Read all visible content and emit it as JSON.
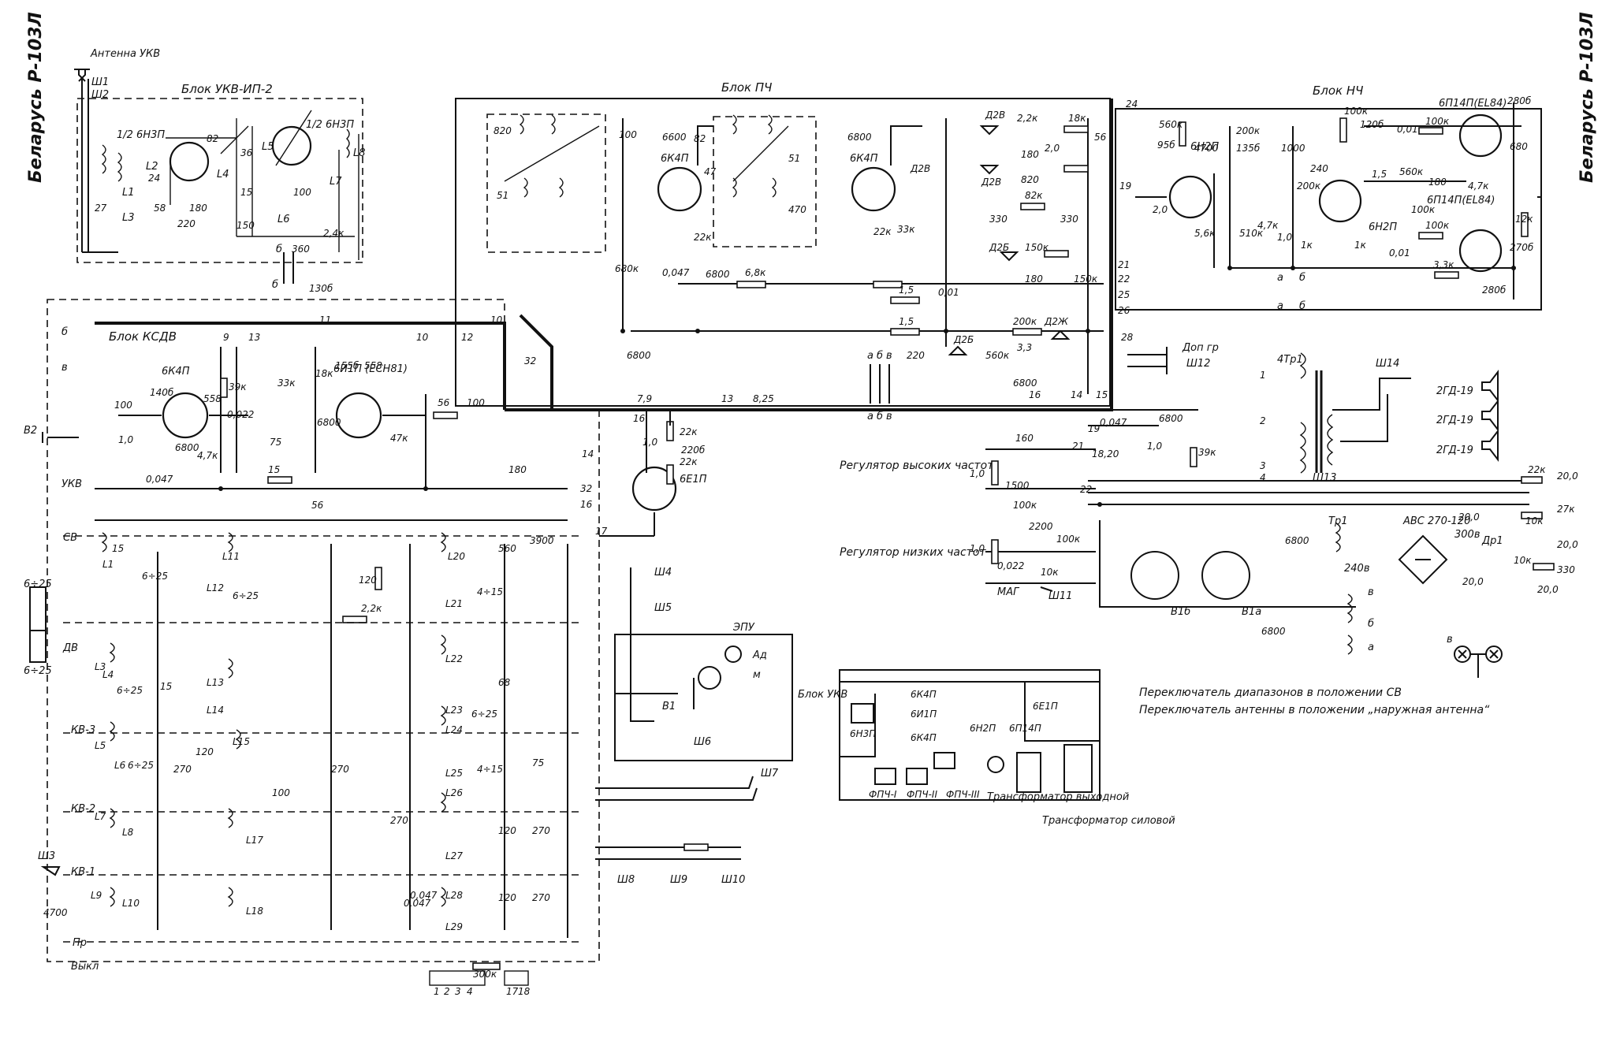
{
  "title_left": "Беларусь Р-103Л",
  "title_right": "Беларусь Р-103Л",
  "blocks": {
    "ukv": "Блок УКВ-ИП-2",
    "pch": "Блок ПЧ",
    "nch": "Блок НЧ",
    "ksdv": "Блок КСДВ"
  },
  "antenna": {
    "label": "Антенна УКВ",
    "sh1": "Ш1",
    "sh2": "Ш2"
  },
  "tubes": {
    "ukv_left": "1/2 6Н3П",
    "ukv_right": "1/2 6Н3П",
    "pch_1": "6К4П",
    "pch_2": "6К4П",
    "ksdv_1": "6К4П",
    "ksdv_2": "6И1П (ECH81)",
    "indicator": "6Е1П",
    "nch_1": "6Н2П",
    "nch_2": "6Н2П",
    "out_1": "6П14П(EL84)",
    "out_2": "6П14П(EL84)"
  },
  "ukv_values": [
    "24",
    "27",
    "58",
    "220",
    "180",
    "82",
    "36",
    "15",
    "150",
    "100",
    "360",
    "130б",
    "2,4к"
  ],
  "pch_values": [
    "820",
    "51",
    "100",
    "6600",
    "22к",
    "47",
    "82",
    "51",
    "470",
    "6800",
    "680к",
    "6,8к",
    "0,047",
    "6800",
    "6800",
    "18к",
    "2,2к",
    "2,0",
    "180",
    "820",
    "82к",
    "330",
    "330",
    "150к",
    "180",
    "150к",
    "1,5",
    "1,5",
    "220",
    "200к",
    "560к",
    "3,3",
    "6800",
    "33к",
    "22к",
    "0,01",
    "56"
  ],
  "diodes": [
    "Д2В",
    "Д2В",
    "Д2В",
    "Д2Б",
    "Д2Б",
    "Д2Ж"
  ],
  "pch_pins": [
    "7,9",
    "13",
    "8,25",
    "16",
    "14",
    "15"
  ],
  "ksdv_values": [
    "100",
    "1,0",
    "140б",
    "558",
    "39к",
    "0,022",
    "6800",
    "4,7к",
    "33к",
    "18к",
    "155б",
    "558",
    "6800",
    "47к",
    "56",
    "100",
    "75",
    "0,047",
    "15",
    "56",
    "180",
    "120",
    "2,2к",
    "0,047"
  ],
  "indicator_values": [
    "22к",
    "1,0",
    "220б",
    "16",
    "22к"
  ],
  "nch_values": [
    "560к",
    "95б",
    "4700",
    "2,0",
    "5,6к",
    "200к",
    "135б",
    "1000",
    "510к",
    "4,7к",
    "1,0",
    "1к",
    "200к",
    "240",
    "1к",
    "1,5",
    "100к",
    "120б",
    "0,01",
    "560к",
    "100к",
    "180",
    "4,7к",
    "3,3к",
    "100к",
    "0,01",
    "100к",
    "280б",
    "680",
    "12к",
    "270б",
    "280б"
  ],
  "ksdv_pins": [
    "9",
    "13",
    "10",
    "12",
    "10",
    "11",
    "32",
    "14",
    "32",
    "16",
    "17"
  ],
  "nch_pins": [
    "24",
    "19",
    "21",
    "22",
    "25",
    "26",
    "28"
  ],
  "switch_bands": [
    "УКВ",
    "СВ",
    "ДВ",
    "КВ-3",
    "КВ-2",
    "КВ-1",
    "Пр",
    "Выкл"
  ],
  "band_values": [
    "15",
    "6÷25",
    "6÷25",
    "15",
    "6÷25",
    "270",
    "120",
    "6÷25",
    "270",
    "270",
    "100",
    "4÷15",
    "68",
    "6÷25",
    "4÷15",
    "75",
    "120",
    "270",
    "120",
    "270",
    "3900",
    "560",
    "0,047",
    "300к",
    "4700"
  ],
  "connectors": {
    "sh3": "Ш3",
    "sh4": "Ш4",
    "sh5": "Ш5",
    "sh6": "Ш6",
    "sh7": "Ш7",
    "sh8": "Ш8",
    "sh9": "Ш9",
    "sh10": "Ш10",
    "sh11": "Ш11",
    "sh12": "Ш12",
    "sh13": "Ш13",
    "sh14": "Ш14",
    "dop_gr": "Доп гр",
    "mag": "МАГ",
    "v2": "В2"
  },
  "epu": {
    "label": "ЭПУ",
    "ad": "Ад",
    "m": "м",
    "v1": "В1"
  },
  "regulators": {
    "high": "Регулятор высоких частот",
    "low": "Регулятор низких частот",
    "high_values": [
      "160",
      "1,0",
      "1500",
      "100к",
      "0,047",
      "6800",
      "1,0",
      "39к",
      "18,20",
      "19",
      "21"
    ],
    "low_values": [
      "2200",
      "1,0",
      "0,022",
      "10к",
      "100к",
      "22"
    ]
  },
  "power": {
    "tr1": "Тр1",
    "dr1": "Др1",
    "rectifier": "АВС 270-120",
    "voltages": [
      "240в",
      "300в"
    ],
    "values": [
      "20,0",
      "20,0",
      "20,0",
      "22к",
      "27к",
      "10к",
      "20,0",
      "330",
      "10к",
      "20,0"
    ],
    "sockets": [
      "В1б",
      "В1а"
    ],
    "caps": [
      "6800",
      "6800"
    ]
  },
  "speakers": {
    "transformer": "4Тр1",
    "taps": [
      "1",
      "2",
      "3",
      "4"
    ],
    "units": [
      "2ГД-19",
      "2ГД-19",
      "2ГД-19"
    ]
  },
  "layout_diagram": {
    "blok_ukv": "Блок УКВ",
    "tube_labels": [
      "6Н3П",
      "6К4П",
      "6И1П",
      "6К4П",
      "6Е1П",
      "6Н2П",
      "6П14П"
    ],
    "filters": [
      "ФПЧ-I",
      "ФПЧ-II",
      "ФПЧ-III"
    ],
    "tr_out": "Трансформатор выходной",
    "tr_power": "Трансформатор силовой"
  },
  "notes": [
    "Переключатель диапазонов в положении СВ",
    "Переключатель антенны в положении „наружная антенна“"
  ],
  "bottom_pins": [
    "1",
    "2",
    "3",
    "4",
    "17",
    "18"
  ],
  "letters": [
    "а",
    "б",
    "в"
  ]
}
